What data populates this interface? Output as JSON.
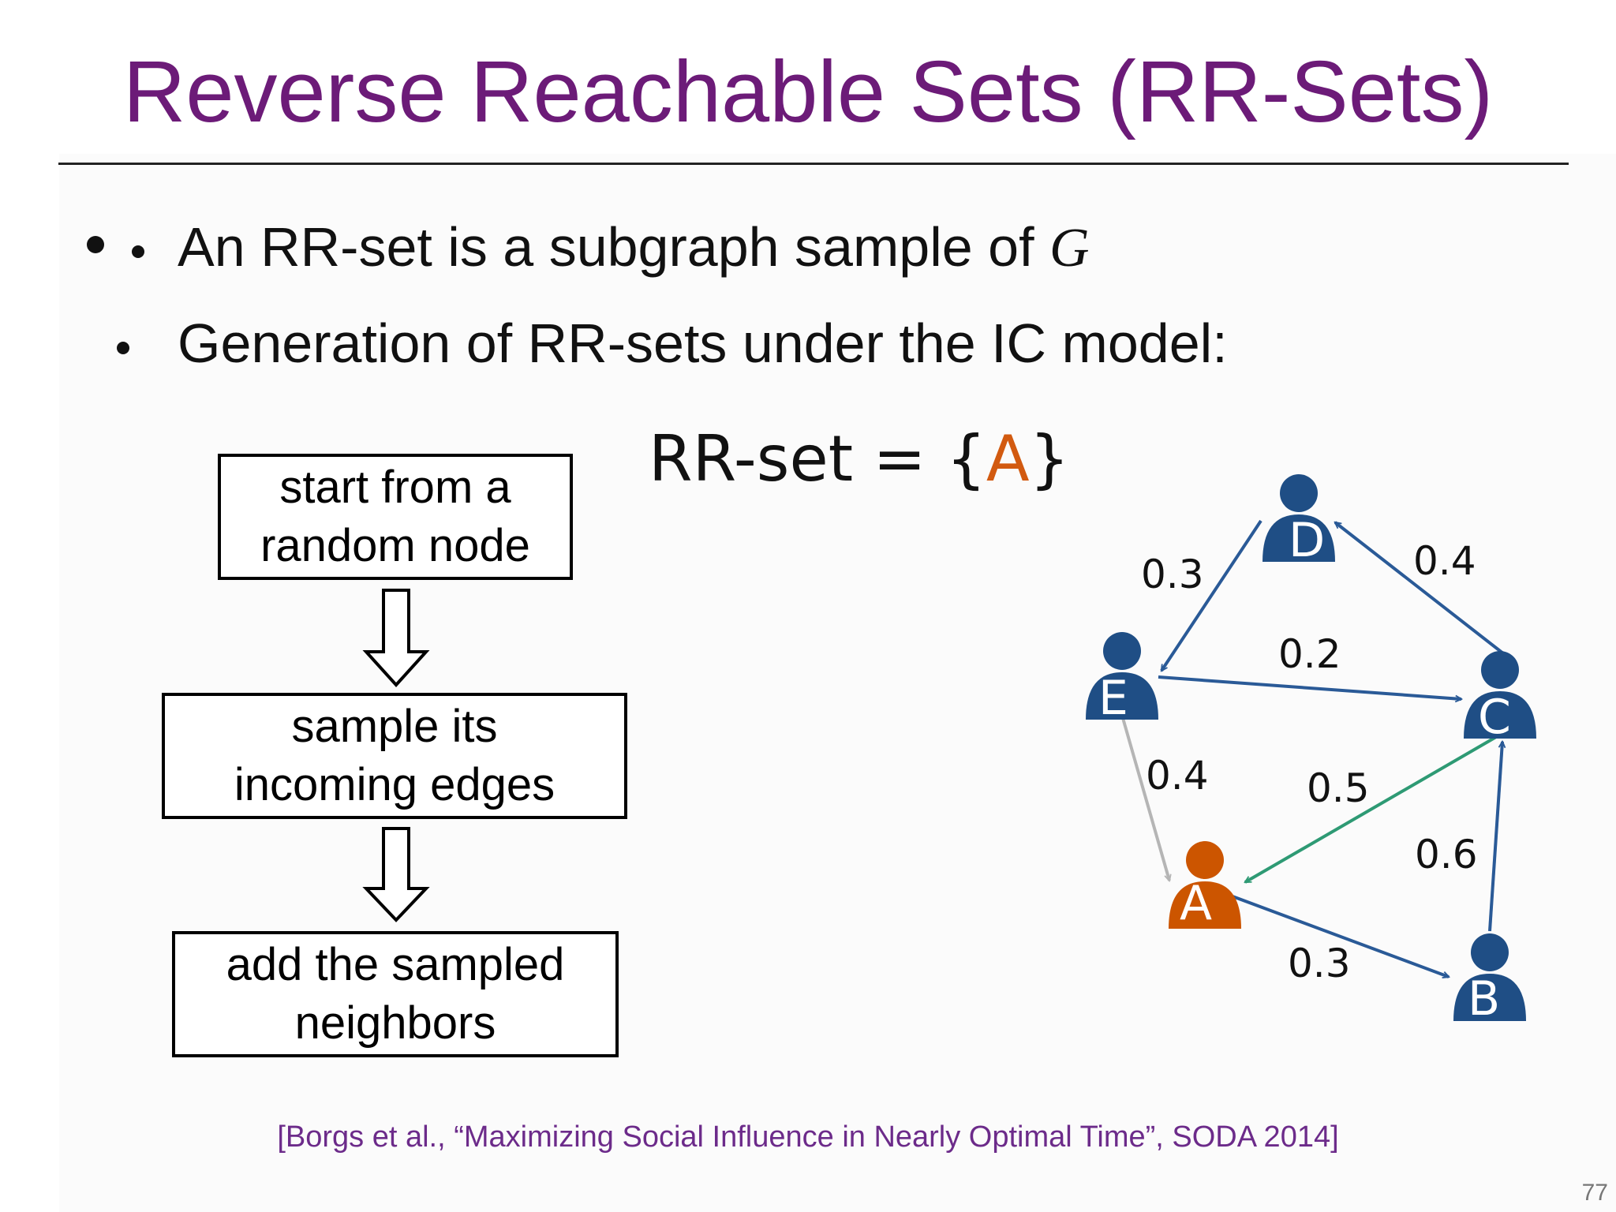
{
  "slide": {
    "title": "Reverse Reachable Sets (RR-Sets)",
    "page_number": "77",
    "citation": "[Borgs et al., “Maximizing Social Influence in Nearly Optimal Time”, SODA 2014]"
  },
  "bullets": [
    {
      "text": "An RR-set is a subgraph sample of ",
      "math": "G"
    },
    {
      "text": "Generation of RR-sets under the IC model:"
    }
  ],
  "flowchart": {
    "steps": [
      {
        "line1": "start from a",
        "line2": "random node"
      },
      {
        "line1": "sample its",
        "line2": "incoming edges"
      },
      {
        "line1": "add the sampled",
        "line2": "neighbors"
      }
    ]
  },
  "rr_set": {
    "prefix": "RR-set = {",
    "member": "A",
    "suffix": "}"
  },
  "graph": {
    "nodes": [
      {
        "id": "D",
        "color": "#1f4e85"
      },
      {
        "id": "E",
        "color": "#1f4e85"
      },
      {
        "id": "C",
        "color": "#1f4e85"
      },
      {
        "id": "A",
        "color": "#cc5500"
      },
      {
        "id": "B",
        "color": "#1f4e85"
      }
    ],
    "edges": [
      {
        "from": "D",
        "to": "E",
        "weight": "0.3",
        "color": "#2a5a97"
      },
      {
        "from": "C",
        "to": "D",
        "weight": "0.4",
        "color": "#2a5a97"
      },
      {
        "from": "E",
        "to": "C",
        "weight": "0.2",
        "color": "#2a5a97"
      },
      {
        "from": "E",
        "to": "A",
        "weight": "0.4",
        "color": "#b5b5b5"
      },
      {
        "from": "C",
        "to": "A",
        "weight": "0.5",
        "color": "#2e9a74"
      },
      {
        "from": "B",
        "to": "C",
        "weight": "0.6",
        "color": "#2a5a97"
      },
      {
        "from": "A",
        "to": "B",
        "weight": "0.3",
        "color": "#2a5a97"
      }
    ]
  }
}
